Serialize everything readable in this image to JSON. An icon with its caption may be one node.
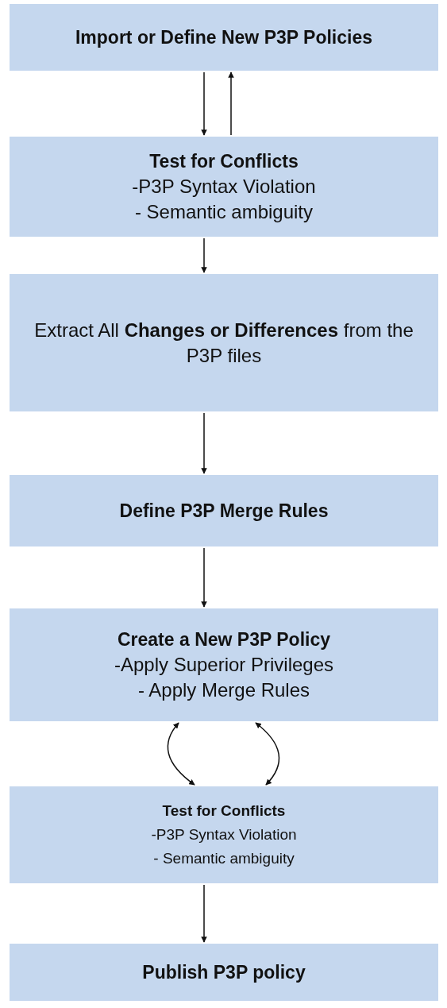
{
  "diagram": {
    "nodes": [
      {
        "text": [
          "Import or Define New P3P Policies"
        ]
      },
      {
        "text": [
          "Test for Conflicts",
          "-P3P Syntax Violation",
          "- Semantic ambiguity"
        ]
      },
      {
        "text": [
          "Extract All **Changes  or Differences** from the P3P files"
        ]
      },
      {
        "text": [
          "Define P3P Merge Rules"
        ]
      },
      {
        "text": [
          "Create a New P3P Policy",
          "-Apply Superior Privileges",
          "- Apply Merge Rules"
        ]
      },
      {
        "text": [
          "Test for Conflicts",
          "-P3P Syntax Violation",
          "- Semantic ambiguity"
        ]
      },
      {
        "text": [
          "Publish P3P policy"
        ]
      }
    ],
    "edges": [
      {
        "from": 0,
        "to": 1,
        "arrow": "to"
      },
      {
        "from": 1,
        "to": 0,
        "arrow": "to"
      },
      {
        "from": 1,
        "to": 2,
        "arrow": "to"
      },
      {
        "from": 2,
        "to": 3,
        "arrow": "to"
      },
      {
        "from": 3,
        "to": 4,
        "arrow": "to"
      },
      {
        "from": 4,
        "to": 5,
        "arrow": "both"
      },
      {
        "from": 4,
        "to": 5,
        "arrow": "both"
      },
      {
        "from": 5,
        "to": 6,
        "arrow": "to"
      }
    ]
  }
}
